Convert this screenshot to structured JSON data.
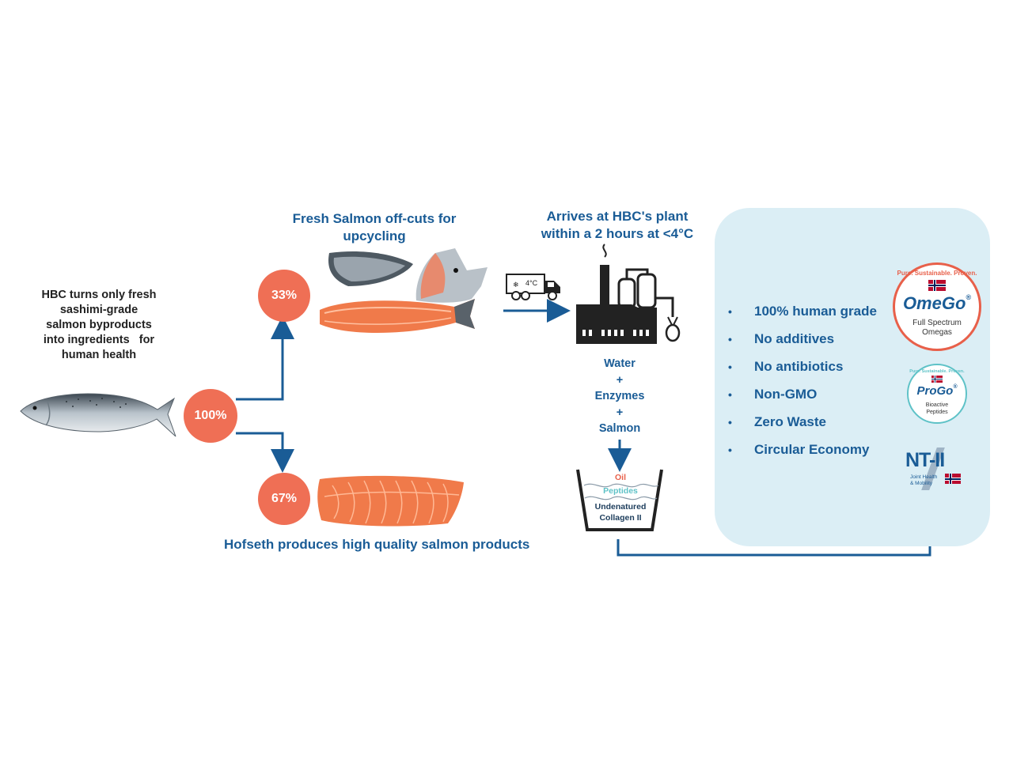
{
  "intro_text": [
    "HBC turns only fresh",
    "sashimi-grade",
    "salmon byproducts",
    "into ingredients   for",
    "human health"
  ],
  "percent_total": "100%",
  "percent_offcuts": "33%",
  "percent_products": "67%",
  "offcuts_title": [
    "Fresh Salmon off-cuts for",
    "upcycling"
  ],
  "arrival_title": [
    "Arrives at HBC's plant",
    "within a 2 hours at <4°C"
  ],
  "truck_temp": "4°C",
  "process_inputs": [
    "Water",
    "+",
    "Enzymes",
    "+",
    "Salmon"
  ],
  "tank_layers": [
    "Oil",
    "Peptides",
    "Undenatured",
    "Collagen II"
  ],
  "products_caption": "Hofseth produces high quality salmon products",
  "benefits": [
    {
      "bullet": "•",
      "label": "100% human grade"
    },
    {
      "bullet": "•",
      "label": "No additives"
    },
    {
      "bullet": "•",
      "label": "No antibiotics"
    },
    {
      "bullet": "•",
      "label": "Non-GMO"
    },
    {
      "bullet": "•",
      "label": "Zero Waste"
    },
    {
      "bullet": "•",
      "label": "Circular Economy"
    }
  ],
  "brands": {
    "omego": {
      "ring": "Pure. Sustainable. Proven.",
      "name": "OmeGo",
      "reg": "®",
      "sub1": "Full Spectrum",
      "sub2": "Omegas"
    },
    "progo": {
      "ring": "Pure. Sustainable. Proven.",
      "name": "ProGo",
      "reg": "®",
      "sub1": "Bioactive",
      "sub2": "Peptides"
    },
    "ntii": {
      "name": "NT-II",
      "sub1": "Joint Health",
      "sub2": "& Mobility"
    }
  },
  "colors": {
    "accent_blue": "#1a5c96",
    "circle_orange": "#ef6f55",
    "panel_bg": "#dbeef5",
    "salmon": "#f07a4a"
  }
}
